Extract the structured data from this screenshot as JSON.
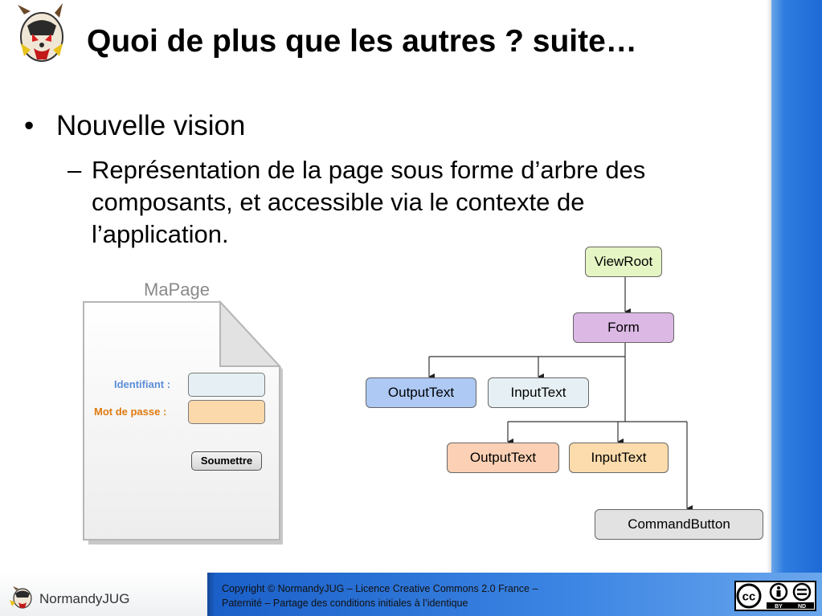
{
  "slide": {
    "title": "Quoi de plus que les autres ? suite…",
    "bullet": {
      "mark": "•",
      "text": "Nouvelle vision",
      "sub": {
        "mark": "–",
        "text": "Représentation de la page sous forme d’arbre des composants, et accessible via le contexte de l’application."
      }
    }
  },
  "mockup": {
    "title": "MaPage",
    "identifiant_label": "Identifiant :",
    "password_label": "Mot de passe :",
    "submit_label": "Soumettre",
    "colors": {
      "identifiant": "#5b8ed8",
      "password": "#e07a10"
    }
  },
  "tree": {
    "nodes": {
      "viewroot": "ViewRoot",
      "form": "Form",
      "output_text_1": "OutputText",
      "input_text_1": "InputText",
      "output_text_2": "OutputText",
      "input_text_2": "InputText",
      "command_button": "CommandButton"
    },
    "edges": [
      [
        "viewroot",
        "form"
      ],
      [
        "form",
        "output_text_1"
      ],
      [
        "form",
        "input_text_1"
      ],
      [
        "form",
        "output_text_2"
      ],
      [
        "form",
        "input_text_2"
      ],
      [
        "form",
        "command_button"
      ]
    ]
  },
  "footer": {
    "brand": "NormandyJUG",
    "copyright_line1": "Copyright © NormandyJUG – Licence Creative Commons 2.0 France –",
    "copyright_line2": "Paternité – Partage des conditions initiales à l’identique",
    "license_badge": {
      "cc": "cc",
      "by": "BY",
      "nd": "ND"
    }
  },
  "colors": {
    "accent_blue": "#2f7ce0"
  }
}
